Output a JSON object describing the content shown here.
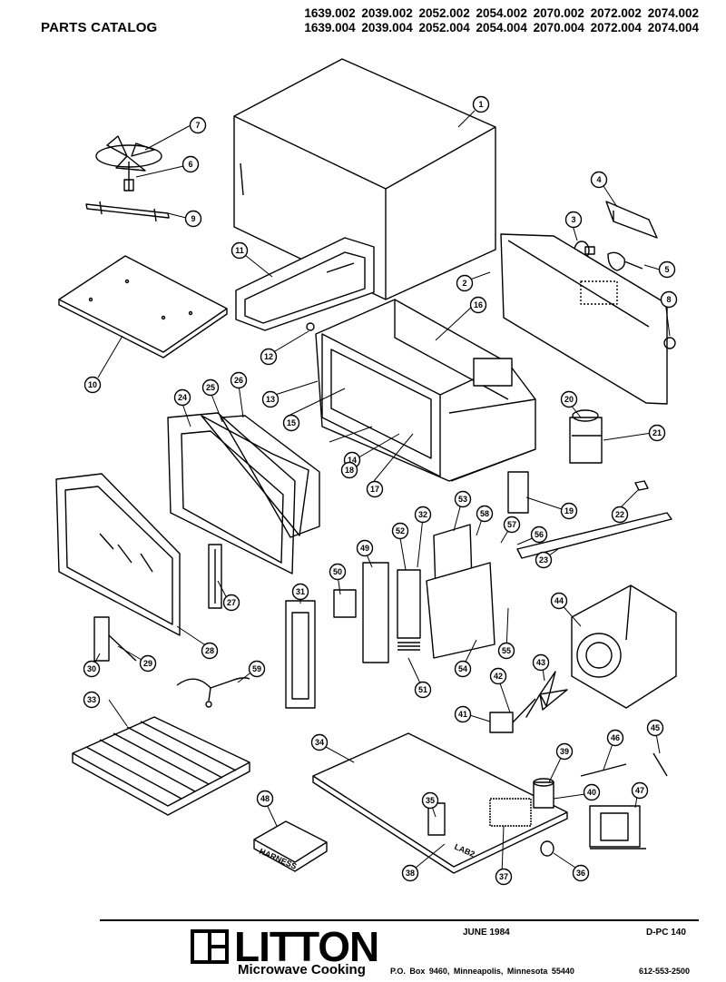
{
  "header": {
    "title": "PARTS CATALOG",
    "models_line1": "1639.002  2039.002  2052.002  2054.002  2070.002  2072.002  2074.002",
    "models_line2": "1639.004  2039.004  2052.004  2054.004  2070.004  2072.004  2074.004"
  },
  "callouts": [
    "1",
    "2",
    "3",
    "4",
    "5",
    "6",
    "7",
    "8",
    "9",
    "10",
    "11",
    "12",
    "13",
    "14",
    "15",
    "16",
    "17",
    "18",
    "19",
    "20",
    "21",
    "22",
    "23",
    "24",
    "25",
    "26",
    "27",
    "28",
    "29",
    "30",
    "31",
    "32",
    "33",
    "34",
    "35",
    "36",
    "37",
    "38",
    "39",
    "40",
    "41",
    "42",
    "43",
    "44",
    "45",
    "46",
    "47",
    "48",
    "49",
    "50",
    "51",
    "52",
    "53",
    "54",
    "55",
    "56",
    "57",
    "58",
    "59"
  ],
  "part_labels": {
    "harness": "HARNESS",
    "panel": "LAB2"
  },
  "footer": {
    "brand": "LITTON",
    "tagline": "Microwave Cooking",
    "date": "JUNE 1984",
    "doc_number": "D-PC 140",
    "address": "P.O. Box 9460, Minneapolis, Minnesota 55440",
    "phone": "612-553-2500"
  }
}
